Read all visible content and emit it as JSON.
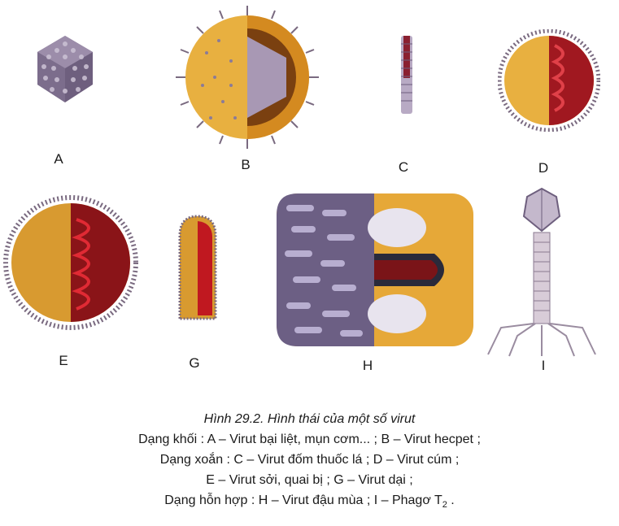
{
  "figures": [
    {
      "letter": "A"
    },
    {
      "letter": "B"
    },
    {
      "letter": "C"
    },
    {
      "letter": "D"
    },
    {
      "letter": "E"
    },
    {
      "letter": "G"
    },
    {
      "letter": "H"
    },
    {
      "letter": "I"
    }
  ],
  "caption": {
    "title": "Hình 29.2. Hình thái của một số virut",
    "lines": [
      "Dạng khối : A – Virut bại liệt, mụn cơm... ; B – Virut hecpet ;",
      "Dạng xoắn : C – Virut đốm thuốc lá ; D – Virut cúm ;",
      "E – Virut sởi, quai bị ; G – Virut dại ;"
    ],
    "last_line_main": "Dạng hỗn hợp : H – Virut đậu mùa ; I – Phagơ T",
    "last_line_sub": "2",
    "last_line_end": " ."
  },
  "colors": {
    "capsid": "#8a7a96",
    "envelope": "#e8a838",
    "spike": "#7a6a80",
    "rna": "#c81e28",
    "inner": "#7a1010"
  }
}
